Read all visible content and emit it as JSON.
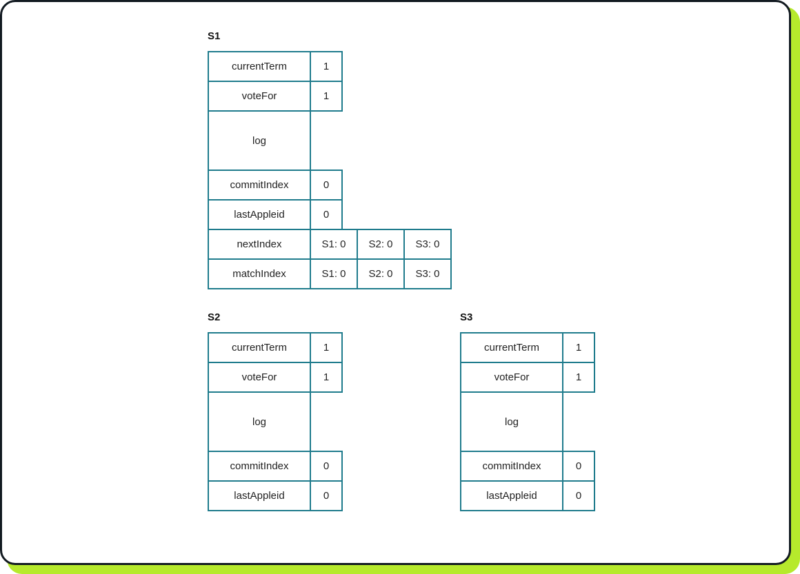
{
  "colors": {
    "cell_border": "#1e7b8c",
    "card_border": "#121a21",
    "card_shadow": "#b6ea2c"
  },
  "servers": [
    {
      "label": "S1",
      "rows": [
        {
          "name": "currentTerm",
          "value": "1"
        },
        {
          "name": "voteFor",
          "value": "1"
        },
        {
          "name": "log",
          "value": ""
        },
        {
          "name": "commitIndex",
          "value": "0"
        },
        {
          "name": "lastAppleid",
          "value": "0"
        }
      ],
      "arrays": [
        {
          "name": "nextIndex",
          "values": [
            "S1: 0",
            "S2: 0",
            "S3: 0"
          ]
        },
        {
          "name": "matchIndex",
          "values": [
            "S1: 0",
            "S2: 0",
            "S3: 0"
          ]
        }
      ]
    },
    {
      "label": "S2",
      "rows": [
        {
          "name": "currentTerm",
          "value": "1"
        },
        {
          "name": "voteFor",
          "value": "1"
        },
        {
          "name": "log",
          "value": ""
        },
        {
          "name": "commitIndex",
          "value": "0"
        },
        {
          "name": "lastAppleid",
          "value": "0"
        }
      ]
    },
    {
      "label": "S3",
      "rows": [
        {
          "name": "currentTerm",
          "value": "1"
        },
        {
          "name": "voteFor",
          "value": "1"
        },
        {
          "name": "log",
          "value": ""
        },
        {
          "name": "commitIndex",
          "value": "0"
        },
        {
          "name": "lastAppleid",
          "value": "0"
        }
      ]
    }
  ]
}
